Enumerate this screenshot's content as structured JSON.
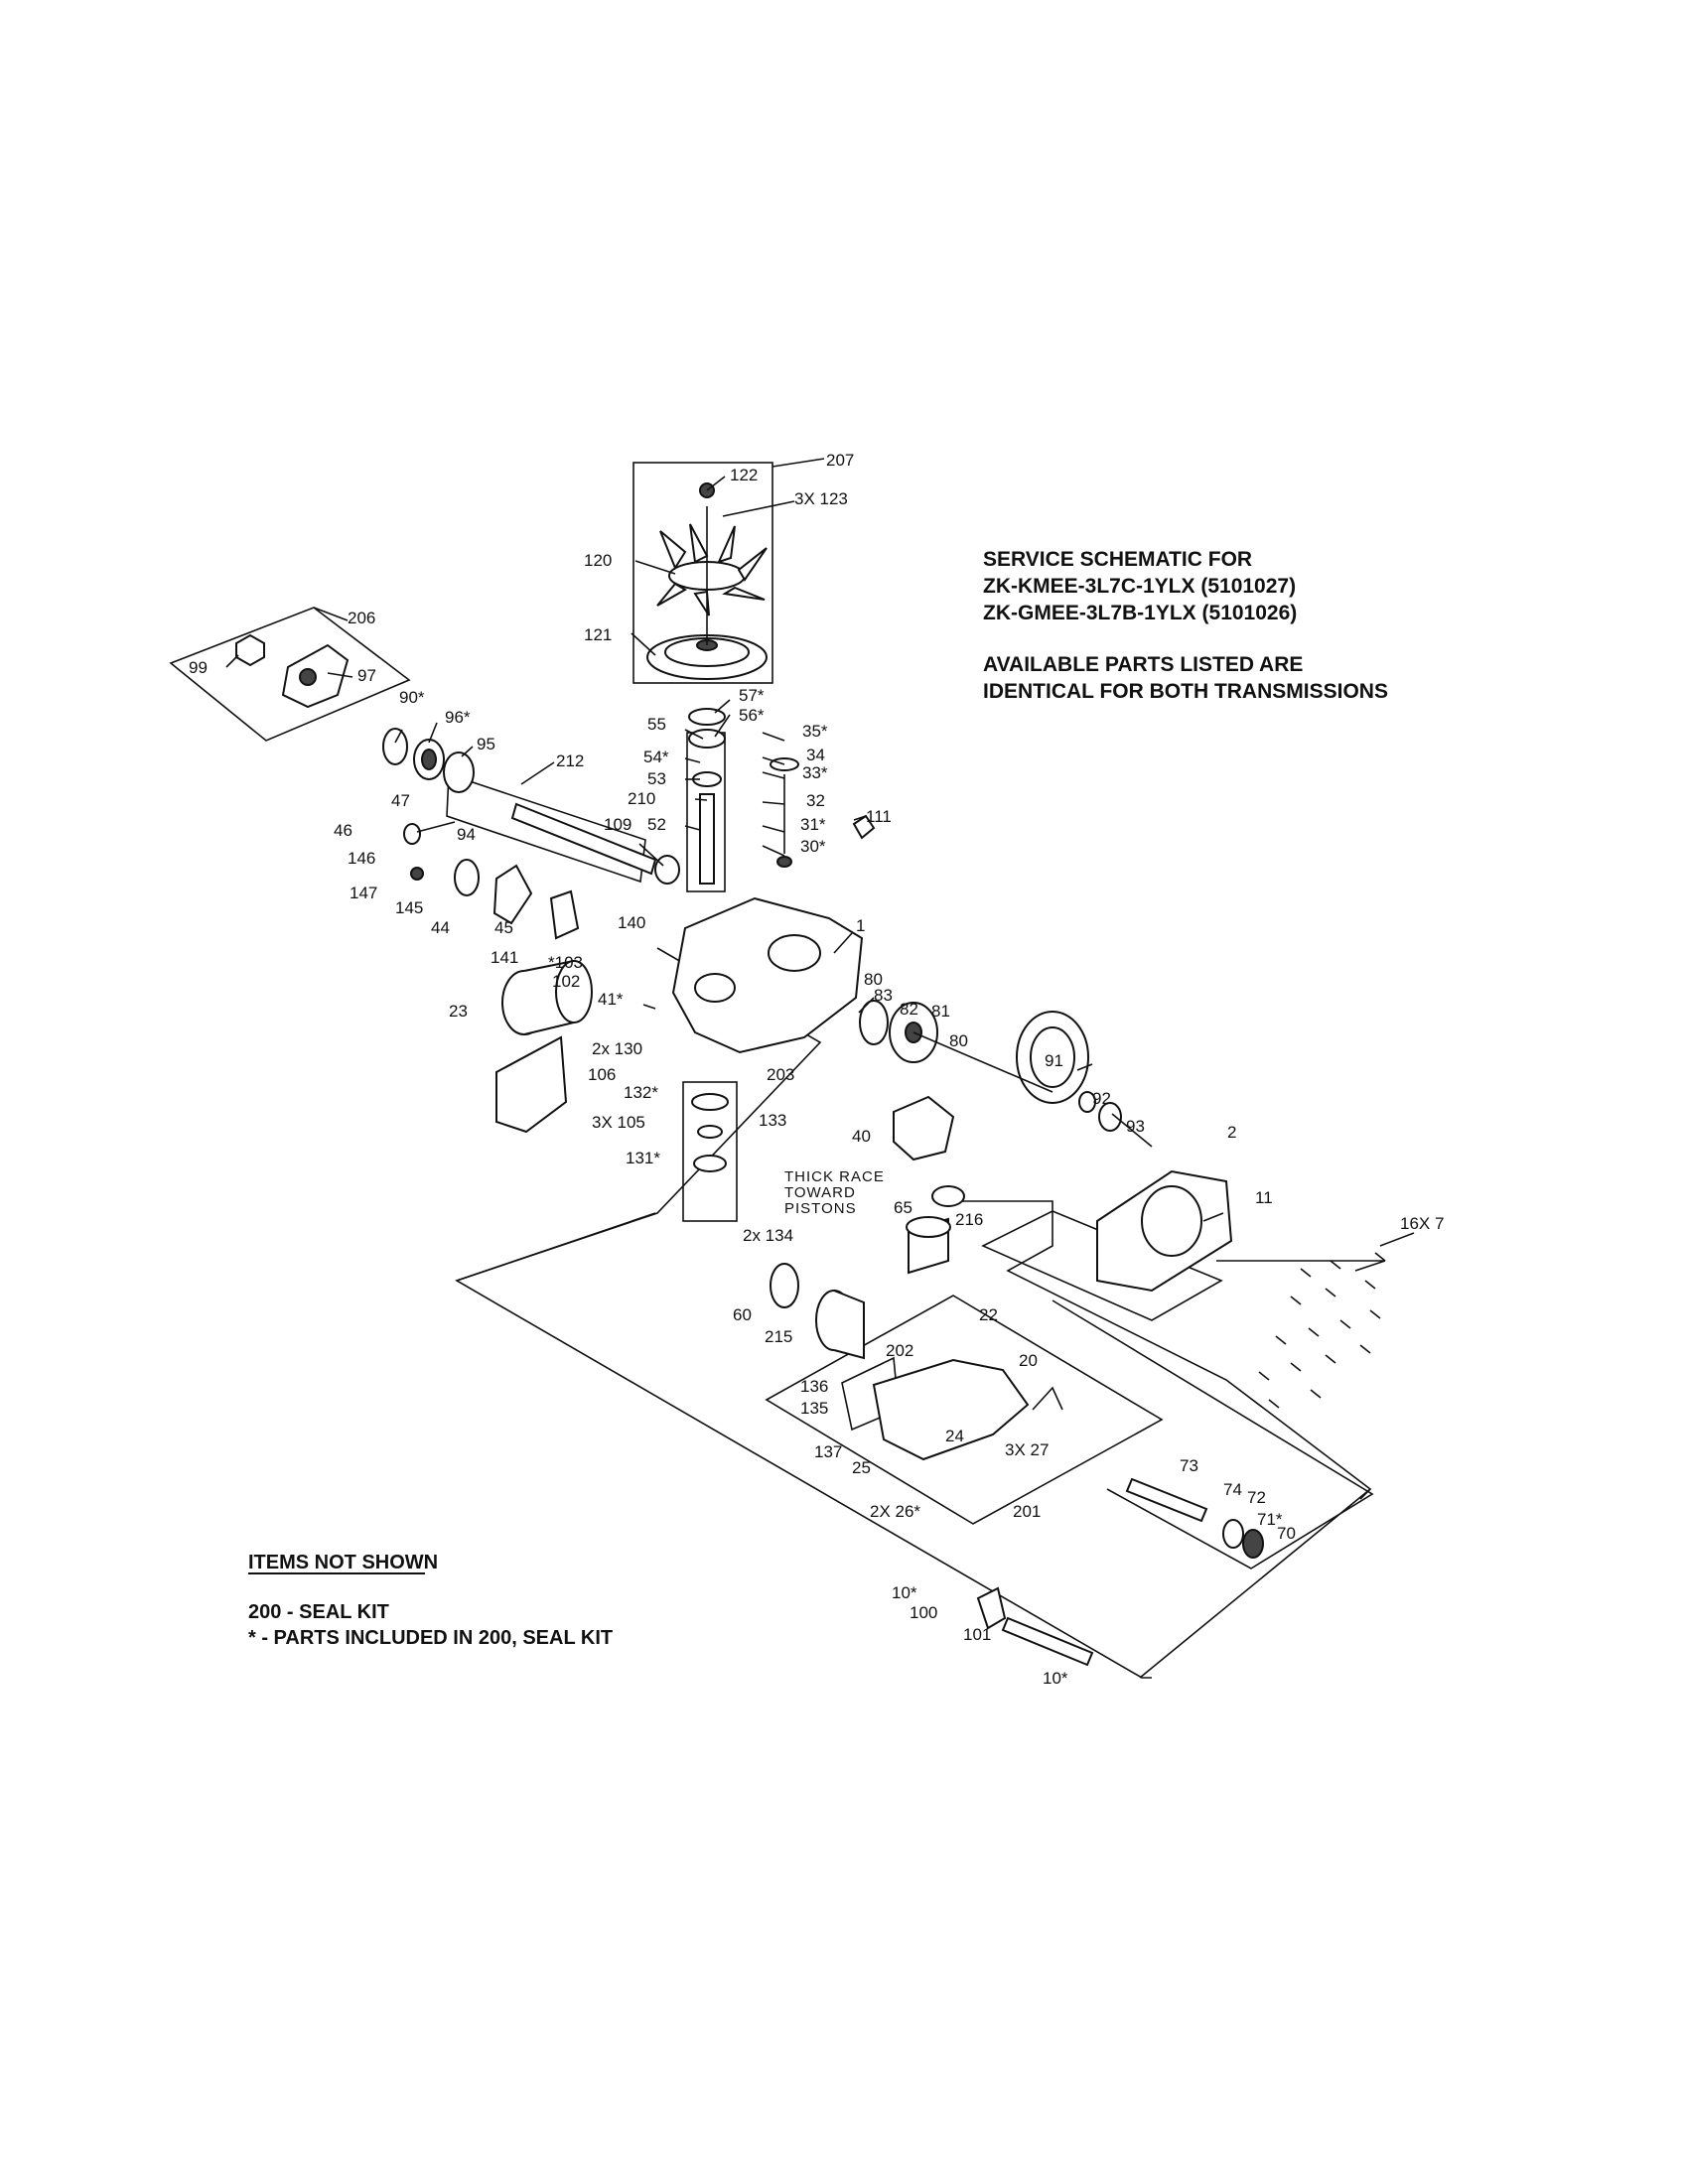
{
  "header": {
    "title_lines": [
      "SERVICE SCHEMATIC FOR",
      "ZK-KMEE-3L7C-1YLX (5101027)",
      "ZK-GMEE-3L7B-1YLX (5101026)"
    ],
    "note_lines": [
      "AVAILABLE PARTS LISTED ARE",
      "IDENTICAL FOR BOTH TRANSMISSIONS"
    ]
  },
  "items_not_shown": {
    "heading": "ITEMS NOT SHOWN",
    "lines": [
      "200 - SEAL KIT",
      "* - PARTS INCLUDED IN 200, SEAL KIT"
    ]
  },
  "thick_race_note": [
    "THICK RACE",
    "TOWARD",
    "PISTONS"
  ],
  "callouts": [
    {
      "id": "c207",
      "text": "207"
    },
    {
      "id": "c122",
      "text": "122"
    },
    {
      "id": "c123",
      "text": "3X 123"
    },
    {
      "id": "c120",
      "text": "120"
    },
    {
      "id": "c121",
      "text": "121"
    },
    {
      "id": "c206",
      "text": "206"
    },
    {
      "id": "c99",
      "text": "99"
    },
    {
      "id": "c97",
      "text": "97"
    },
    {
      "id": "c90",
      "text": "90*"
    },
    {
      "id": "c96",
      "text": "96*"
    },
    {
      "id": "c95",
      "text": "95"
    },
    {
      "id": "c212",
      "text": "212"
    },
    {
      "id": "c57",
      "text": "57*"
    },
    {
      "id": "c56",
      "text": "56*"
    },
    {
      "id": "c55",
      "text": "55"
    },
    {
      "id": "c54",
      "text": "54*"
    },
    {
      "id": "c53",
      "text": "53"
    },
    {
      "id": "c210",
      "text": "210"
    },
    {
      "id": "c52",
      "text": "52"
    },
    {
      "id": "c35",
      "text": "35*"
    },
    {
      "id": "c34",
      "text": "34"
    },
    {
      "id": "c33",
      "text": "33*"
    },
    {
      "id": "c32",
      "text": "32"
    },
    {
      "id": "c31",
      "text": "31*"
    },
    {
      "id": "c30",
      "text": "30*"
    },
    {
      "id": "c111",
      "text": "111"
    },
    {
      "id": "c47",
      "text": "47"
    },
    {
      "id": "c46",
      "text": "46"
    },
    {
      "id": "c146",
      "text": "146"
    },
    {
      "id": "c94",
      "text": "94"
    },
    {
      "id": "c109",
      "text": "109"
    },
    {
      "id": "c147",
      "text": "147"
    },
    {
      "id": "c145",
      "text": "145"
    },
    {
      "id": "c44",
      "text": "44"
    },
    {
      "id": "c45",
      "text": "45"
    },
    {
      "id": "c140",
      "text": "140"
    },
    {
      "id": "c141",
      "text": "141"
    },
    {
      "id": "c103",
      "text": "*103"
    },
    {
      "id": "c102",
      "text": "102"
    },
    {
      "id": "c1",
      "text": "1"
    },
    {
      "id": "c23",
      "text": "23"
    },
    {
      "id": "c41",
      "text": "41*"
    },
    {
      "id": "c80a",
      "text": "80"
    },
    {
      "id": "c83",
      "text": "83"
    },
    {
      "id": "c82",
      "text": "82"
    },
    {
      "id": "c81",
      "text": "81"
    },
    {
      "id": "c80b",
      "text": "80"
    },
    {
      "id": "c91",
      "text": "91"
    },
    {
      "id": "c130",
      "text": "2x 130"
    },
    {
      "id": "c106",
      "text": "106"
    },
    {
      "id": "c132",
      "text": "132*"
    },
    {
      "id": "c203",
      "text": "203"
    },
    {
      "id": "c105",
      "text": "3X 105"
    },
    {
      "id": "c133",
      "text": "133"
    },
    {
      "id": "c131",
      "text": "131*"
    },
    {
      "id": "c40",
      "text": "40"
    },
    {
      "id": "c92",
      "text": "92"
    },
    {
      "id": "c93",
      "text": "93"
    },
    {
      "id": "c2",
      "text": "2"
    },
    {
      "id": "c65",
      "text": "65"
    },
    {
      "id": "c216",
      "text": "216"
    },
    {
      "id": "c11",
      "text": "11"
    },
    {
      "id": "c7",
      "text": "16X 7"
    },
    {
      "id": "c134",
      "text": "2x 134"
    },
    {
      "id": "c60",
      "text": "60"
    },
    {
      "id": "c215",
      "text": "215"
    },
    {
      "id": "c22",
      "text": "22"
    },
    {
      "id": "c202",
      "text": "202"
    },
    {
      "id": "c20",
      "text": "20"
    },
    {
      "id": "c136",
      "text": "136"
    },
    {
      "id": "c135",
      "text": "135"
    },
    {
      "id": "c137",
      "text": "137"
    },
    {
      "id": "c24",
      "text": "24"
    },
    {
      "id": "c27",
      "text": "3X 27"
    },
    {
      "id": "c25",
      "text": "25"
    },
    {
      "id": "c73",
      "text": "73"
    },
    {
      "id": "c26",
      "text": "2X 26*"
    },
    {
      "id": "c201",
      "text": "201"
    },
    {
      "id": "c74",
      "text": "74"
    },
    {
      "id": "c72",
      "text": "72"
    },
    {
      "id": "c71",
      "text": "71*"
    },
    {
      "id": "c70",
      "text": "70"
    },
    {
      "id": "c10a",
      "text": "10*"
    },
    {
      "id": "c100",
      "text": "100"
    },
    {
      "id": "c101",
      "text": "101"
    },
    {
      "id": "c10b",
      "text": "10*"
    }
  ]
}
